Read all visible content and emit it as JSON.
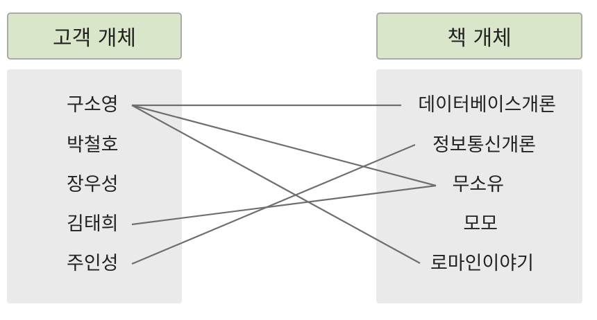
{
  "left_header": "고객 개체",
  "right_header": "책 개체",
  "customers": [
    "구소영",
    "박철호",
    "장우성",
    "김태희",
    "주인성"
  ],
  "books": [
    "데이터베이스개론",
    "정보통신개론",
    "무소유",
    "모모",
    "로마인이야기"
  ],
  "links": [
    {
      "customer": 0,
      "book": 0
    },
    {
      "customer": 0,
      "book": 2
    },
    {
      "customer": 0,
      "book": 4
    },
    {
      "customer": 3,
      "book": 2
    },
    {
      "customer": 4,
      "book": 1
    }
  ]
}
